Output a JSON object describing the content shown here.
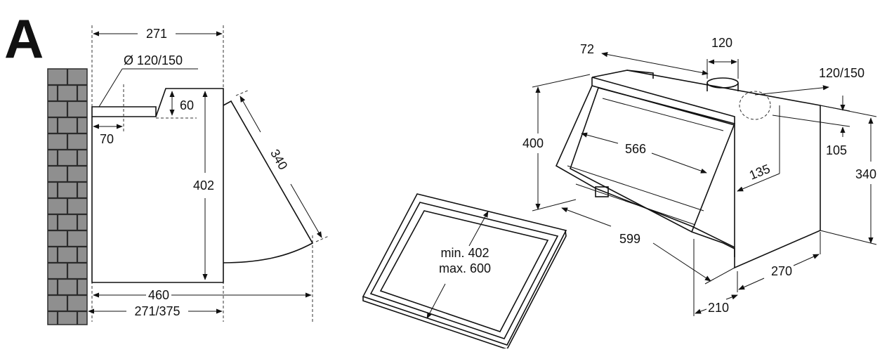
{
  "figure_letter": "A",
  "side_view": {
    "top_width": "271",
    "duct_diameter": "Ø 120/150",
    "duct_height": "60",
    "duct_offset": "70",
    "depth": "402",
    "panel_length": "340",
    "total_depth": "460",
    "bottom_width": "271/375"
  },
  "cooktop": {
    "min_label": "min. 402",
    "max_label": "max. 600"
  },
  "perspective_view": {
    "top_left_offset": "72",
    "outlet_offset": "120",
    "outlet_diameter": "120/150",
    "height_front": "400",
    "front_width": "566",
    "outlet_depth": "135",
    "outlet_height": "105",
    "side_height": "340",
    "overall_width": "599",
    "side_depth": "270",
    "bottom_offset": "210"
  },
  "colors": {
    "wall_brick": "#8f8f8f",
    "wall_mortar": "#2b2b2b",
    "ink": "#111111"
  }
}
